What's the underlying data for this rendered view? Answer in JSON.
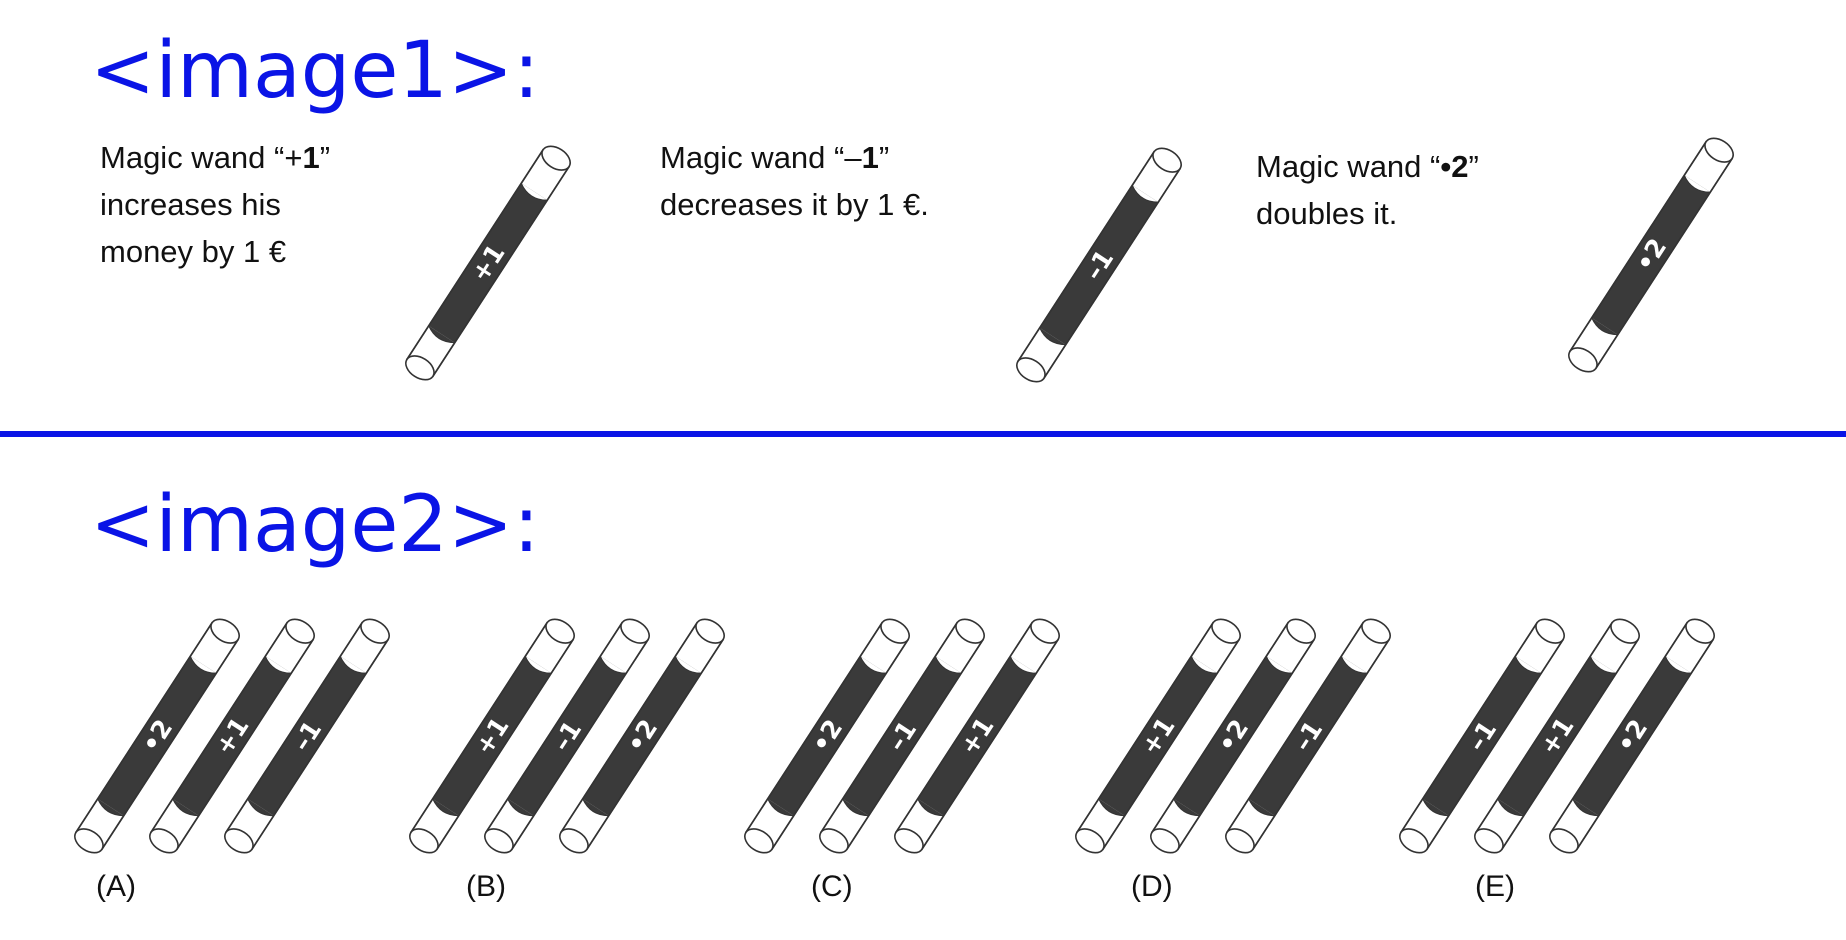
{
  "headings": {
    "first": "<image1>:",
    "second": "<image2>:"
  },
  "colors": {
    "heading": "#0a14e6",
    "divider": "#0a14e6",
    "wand_body": "#3a3a3a",
    "wand_tip": "#ffffff",
    "wand_outline": "#333333"
  },
  "legend_wands": [
    {
      "lines": [
        {
          "prefix": "Magic wand “+",
          "bold": "1",
          "suffix": "”"
        },
        {
          "prefix": "increases his",
          "bold": "",
          "suffix": ""
        },
        {
          "prefix": "money by 1 €",
          "bold": "",
          "suffix": ""
        }
      ],
      "wand_label": "+1"
    },
    {
      "lines": [
        {
          "prefix": "Magic wand “–",
          "bold": "1",
          "suffix": "”"
        },
        {
          "prefix": "decreases it by 1 €.",
          "bold": "",
          "suffix": ""
        }
      ],
      "wand_label": "–1"
    },
    {
      "lines": [
        {
          "prefix": "Magic wand “",
          "bold": "•2",
          "suffix": "”"
        },
        {
          "prefix": "doubles it.",
          "bold": "",
          "suffix": ""
        }
      ],
      "wand_label": "•2"
    }
  ],
  "options": [
    {
      "label": "(A)",
      "wands": [
        "•2",
        "+1",
        "–1"
      ]
    },
    {
      "label": "(B)",
      "wands": [
        "+1",
        "–1",
        "•2"
      ]
    },
    {
      "label": "(C)",
      "wands": [
        "•2",
        "–1",
        "+1"
      ]
    },
    {
      "label": "(D)",
      "wands": [
        "+1",
        "•2",
        "–1"
      ]
    },
    {
      "label": "(E)",
      "wands": [
        "–1",
        "+1",
        "•2"
      ]
    }
  ]
}
